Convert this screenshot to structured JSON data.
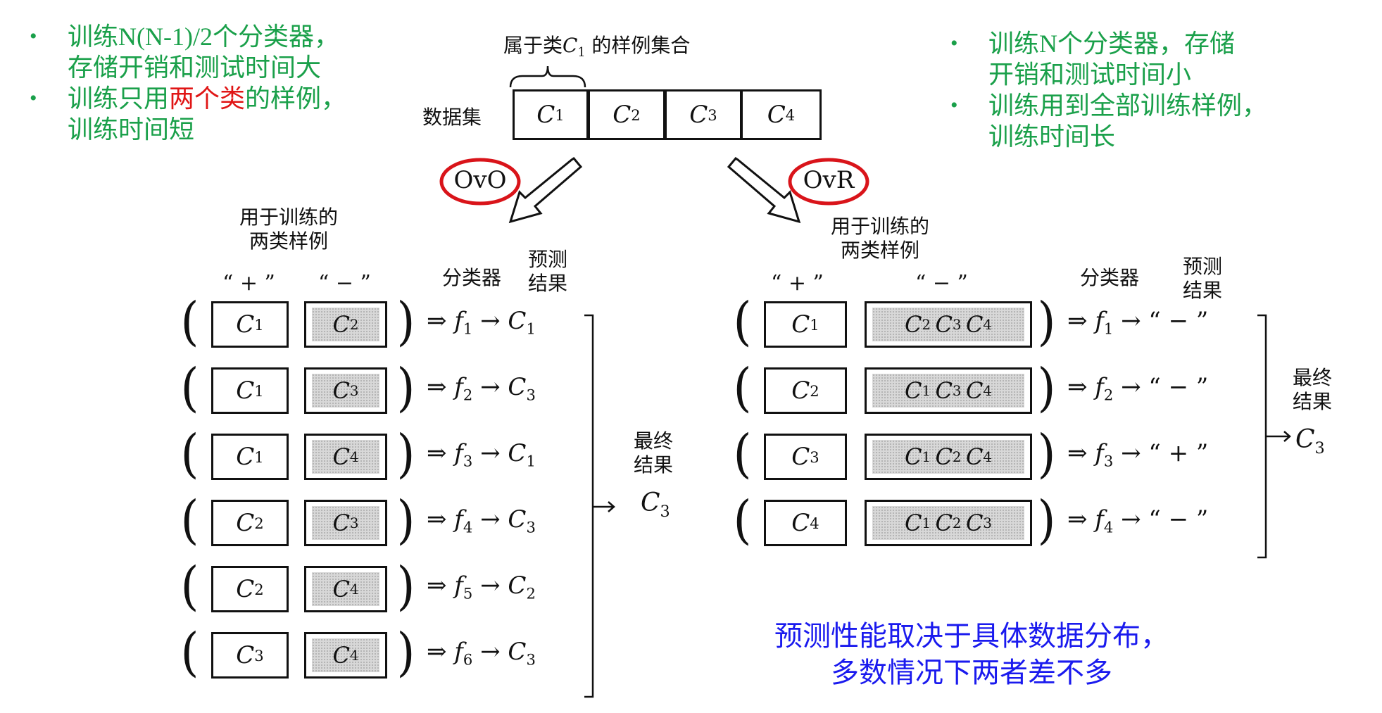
{
  "left_notes": [
    "训练N(N-1)/2个分类器，存储开销和测试时间大",
    "训练只用",
    "两个类",
    "的样例，训练时间短"
  ],
  "left_note1": [
    "训练N(N-1)/2个分类器，",
    "存储开销和测试时间大"
  ],
  "left_note2": {
    "a": "训练只用",
    "b": "两个类",
    "c": "的样例，",
    "d": "训练时间短"
  },
  "right_note1": [
    "训练N个分类器，存储",
    "开销和测试时间小"
  ],
  "right_note2": [
    "训练用到全部训练样例，",
    "训练时间长"
  ],
  "dataset": {
    "subset_label_a": "属于类",
    "subset_label_var": "C",
    "subset_label_sub": "1",
    "subset_label_b": " 的样例集合",
    "label": "数据集",
    "classes": [
      "C|1",
      "C|2",
      "C|3",
      "C|4"
    ]
  },
  "ovo": {
    "tag": "OvO",
    "header_train": [
      "用于训练的",
      "两类样例"
    ],
    "plus": "“ + ”",
    "minus": "“ − ”",
    "classifier": "分类器",
    "predict": [
      "预测",
      "结果"
    ],
    "rows": [
      {
        "pos": "1",
        "neg": "2",
        "f": "1",
        "res": "1"
      },
      {
        "pos": "1",
        "neg": "3",
        "f": "2",
        "res": "3"
      },
      {
        "pos": "1",
        "neg": "4",
        "f": "3",
        "res": "1"
      },
      {
        "pos": "2",
        "neg": "3",
        "f": "4",
        "res": "3"
      },
      {
        "pos": "2",
        "neg": "4",
        "f": "5",
        "res": "2"
      },
      {
        "pos": "3",
        "neg": "4",
        "f": "6",
        "res": "3"
      }
    ],
    "final_label": [
      "最终",
      "结果"
    ],
    "final_sub": "3"
  },
  "ovr": {
    "tag": "OvR",
    "header_train": [
      "用于训练的",
      "两类样例"
    ],
    "plus": "“ + ”",
    "minus": "“ − ”",
    "classifier": "分类器",
    "predict": [
      "预测",
      "结果"
    ],
    "rows": [
      {
        "pos": "1",
        "neg": [
          "2",
          "3",
          "4"
        ],
        "f": "1",
        "res": "“ − ”"
      },
      {
        "pos": "2",
        "neg": [
          "1",
          "3",
          "4"
        ],
        "f": "2",
        "res": "“ − ”"
      },
      {
        "pos": "3",
        "neg": [
          "1",
          "2",
          "4"
        ],
        "f": "3",
        "res": "“ + ”"
      },
      {
        "pos": "4",
        "neg": [
          "1",
          "2",
          "3"
        ],
        "f": "4",
        "res": "“ − ”"
      }
    ],
    "final_label": [
      "最终",
      "结果"
    ],
    "final_sub": "3"
  },
  "conclusion": [
    "预测性能取决于具体数据分布，",
    "多数情况下两者差不多"
  ],
  "colors": {
    "green": "#1aa04a",
    "red": "#e01515",
    "blue": "#1a1aee",
    "ellipse": "#d9141a"
  }
}
